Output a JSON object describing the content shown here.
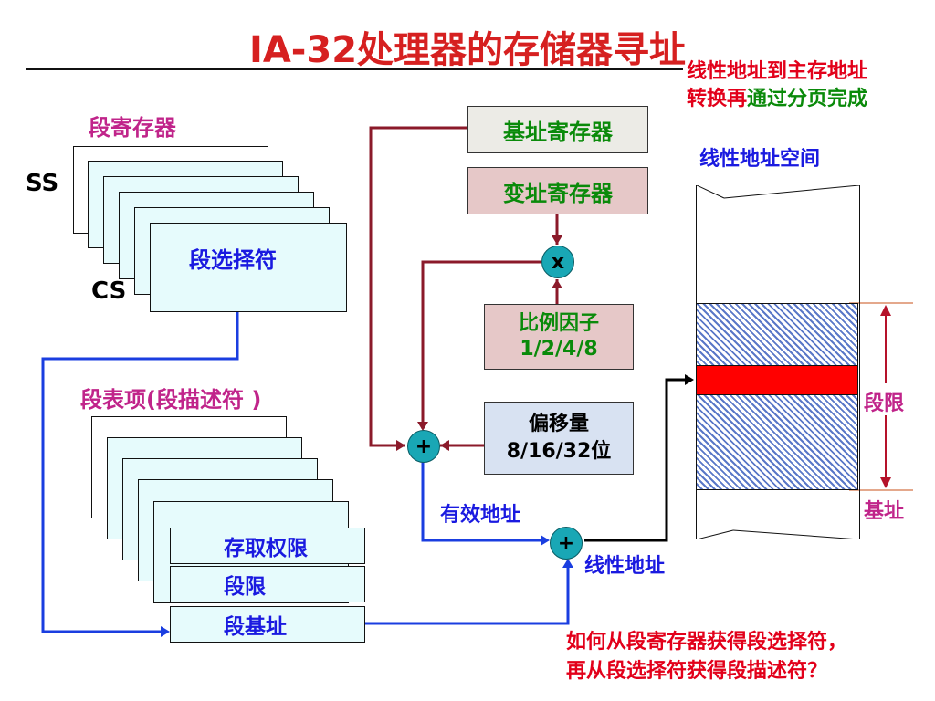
{
  "title": "IA-32处理器的存储器寻址",
  "note_top": {
    "line1": "线性地址到主存地址",
    "line2_red": "转换再",
    "line2_green": "通过分页完成"
  },
  "linear_space_label": "线性地址空间",
  "seg_register_label": "段寄存器",
  "ss_label": "SS",
  "cs_label": "CS",
  "selector_label": "段选择符",
  "descriptor_label": "段表项(段描述符 )",
  "descriptor_fields": {
    "access": "存取权限",
    "limit": "段限",
    "base": "段基址"
  },
  "base_register": "基址寄存器",
  "index_register": "变址寄存器",
  "multiply_symbol": "x",
  "scale": {
    "line1": "比例因子",
    "line2": "1/2/4/8"
  },
  "offset": {
    "line1": "偏移量",
    "line2": "8/16/32位"
  },
  "plus_symbol": "+",
  "effective_address": "有效地址",
  "linear_address": "线性地址",
  "seg_limit_label": "段限",
  "seg_base_label": "基址",
  "question": {
    "line1": "如何从段寄存器获得段选择符，",
    "line2": "再从段选择符获得段描述符？"
  },
  "colors": {
    "title": "#d62020",
    "red_text": "#e2001a",
    "green_text": "#0a8a0a",
    "blue_text": "#1a1ae0",
    "magenta_text": "#c0248a",
    "adder": "#19a7b5",
    "segment_fill": "#ff0000"
  }
}
